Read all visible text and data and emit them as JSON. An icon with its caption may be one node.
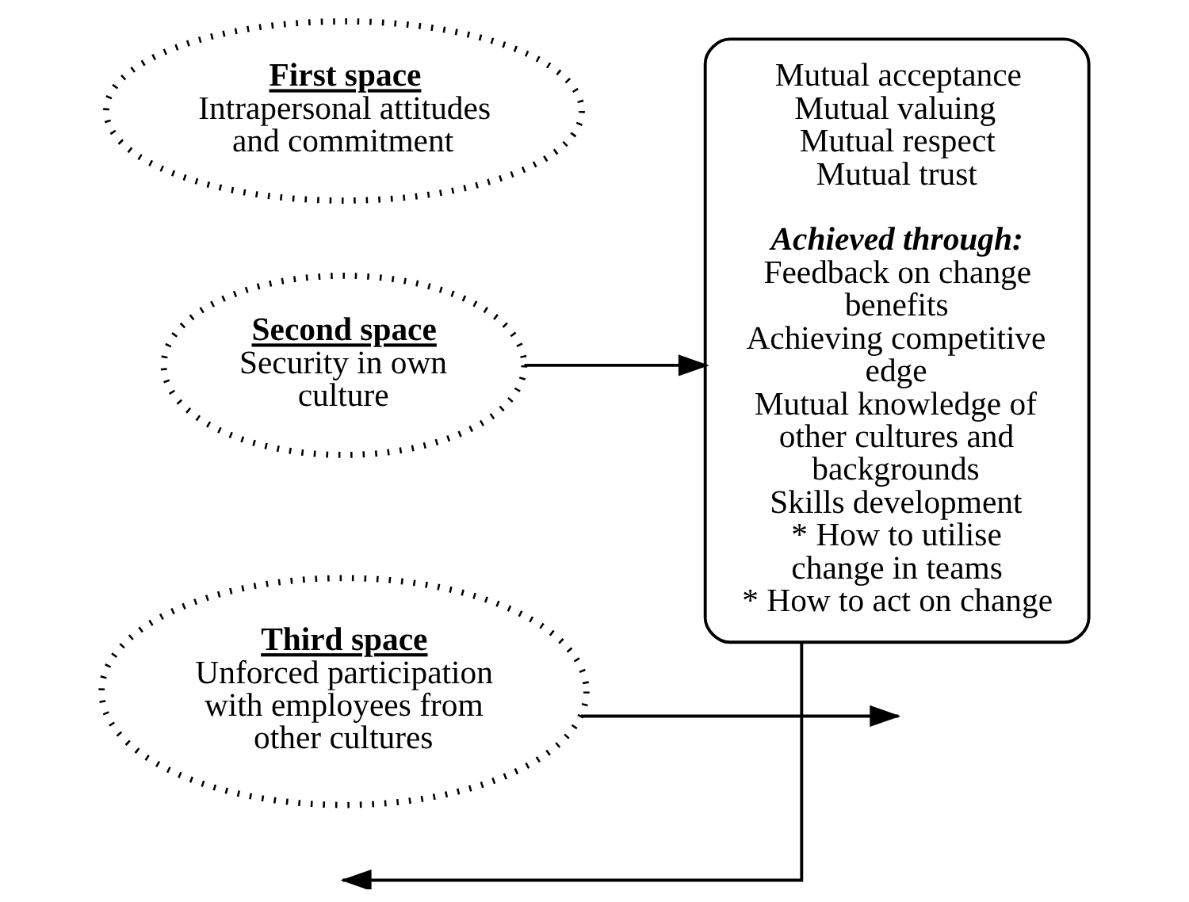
{
  "diagram": {
    "nodes": [
      {
        "text": [
          "First space",
          "Intrapersonal attitudes and commitment"
        ]
      },
      {
        "text": [
          "Second space",
          "Security in own culture"
        ]
      },
      {
        "text": [
          "Third space",
          "Unforced participation with employees from other cultures"
        ]
      },
      {
        "text": [
          "Mutual acceptance",
          "Mutual valuing",
          "Mutual respect",
          "Mutual trust",
          "Achieved through:",
          "Feedback on change benefits",
          "Achieving competitive edge",
          "Mutual knowledge of other cultures and backgrounds",
          "Skills development",
          "* How to utilise change in teams",
          "* How to act on change"
        ]
      }
    ],
    "edges": [
      {
        "from": 3,
        "to": null,
        "arrow": "to"
      },
      {
        "from": 1,
        "to": 3,
        "arrow": "to"
      },
      {
        "from": 2,
        "to": null,
        "arrow": "to"
      }
    ]
  }
}
